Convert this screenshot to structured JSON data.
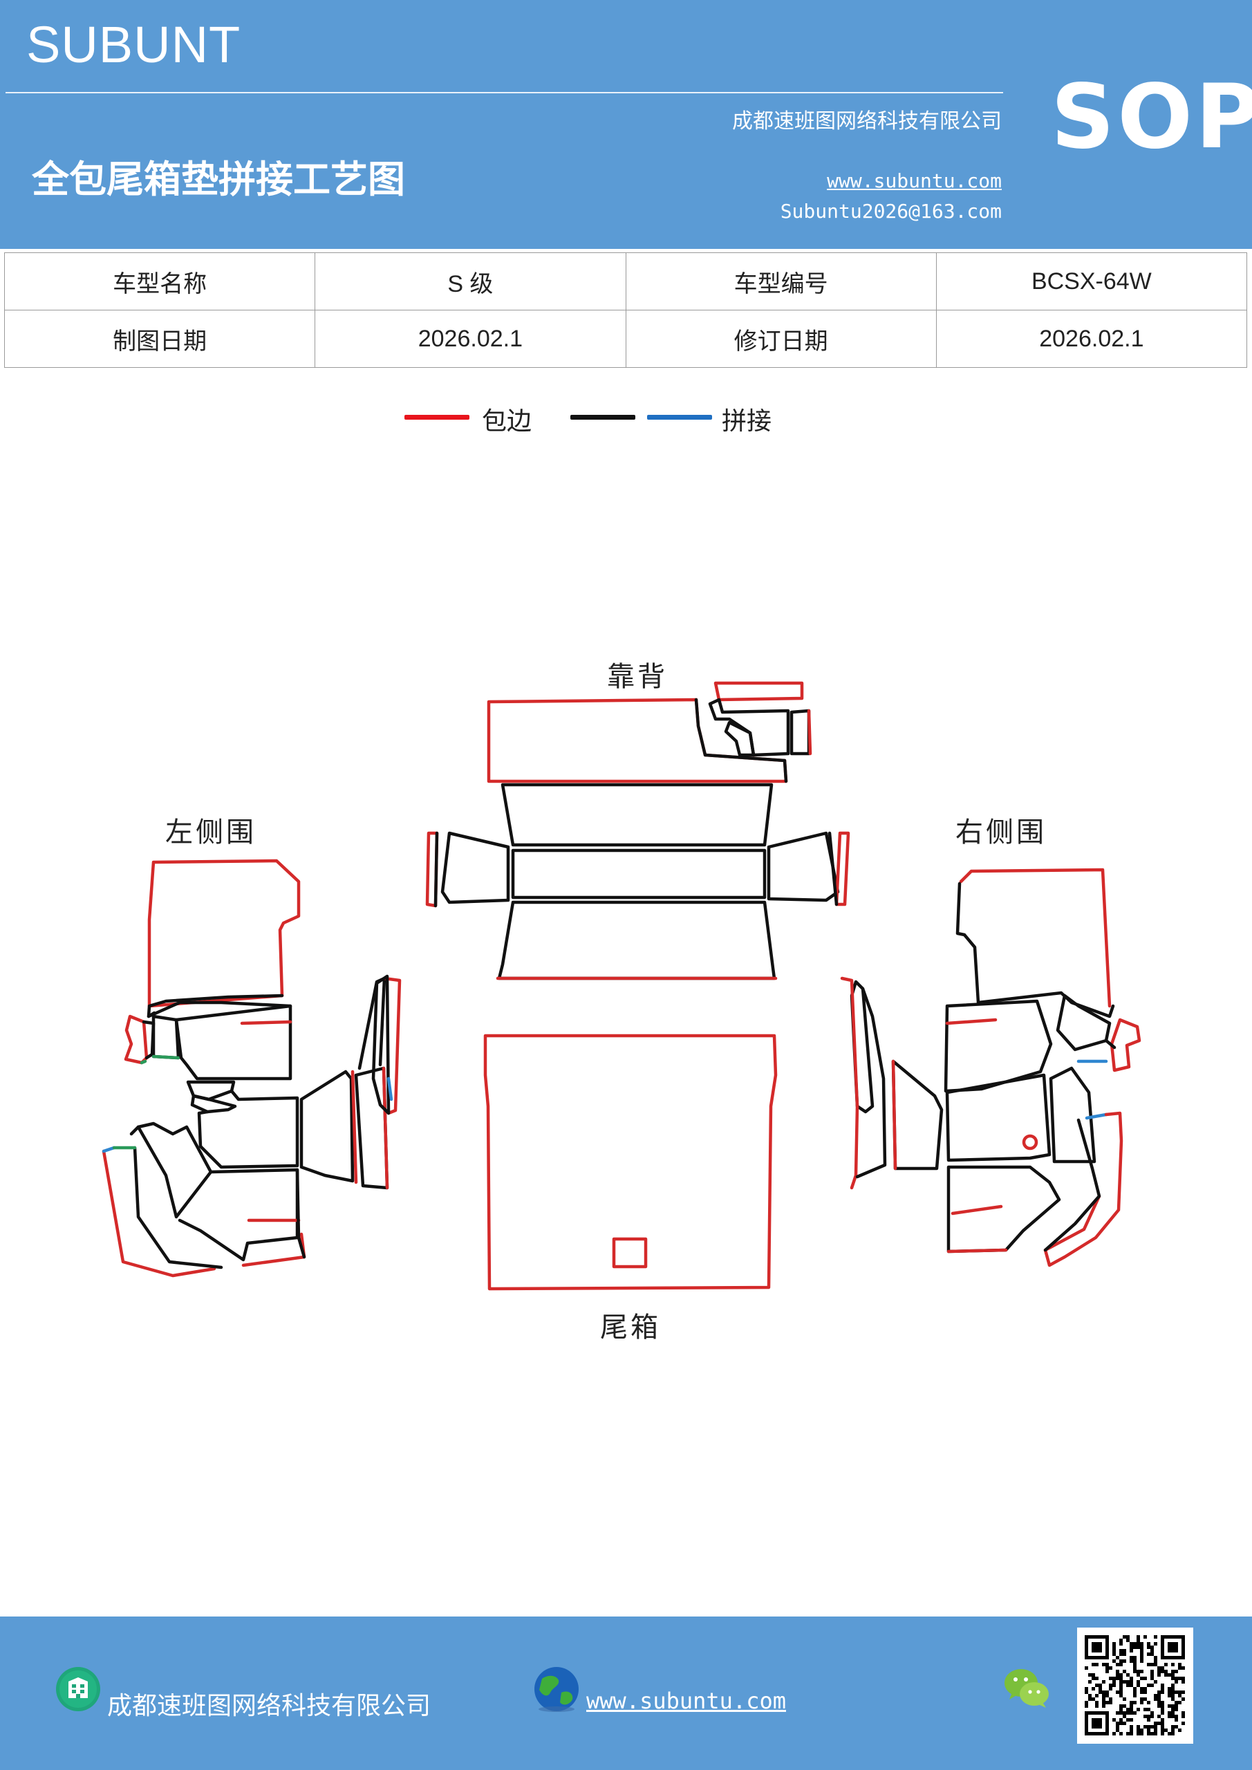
{
  "header": {
    "brand": "SUBUNT",
    "company": "成都速班图网络科技有限公司",
    "sop": "SOP",
    "title": "全包尾箱垫拼接工艺图",
    "website": "www.subuntu.com",
    "email": "Subuntu2026@163.com"
  },
  "info_table": [
    [
      "车型名称",
      "S 级",
      "车型编号",
      "BCSX-64W"
    ],
    [
      "制图日期",
      "2026.02.1",
      "修订日期",
      "2026.02.1"
    ]
  ],
  "legend": [
    {
      "label": "包边",
      "color": "#e8141c"
    },
    {
      "label": "",
      "color": "#111111"
    },
    {
      "label": "拼接",
      "color": "#1f6fc2"
    }
  ],
  "diagram": {
    "labels": {
      "back": "靠背",
      "left": "左侧围",
      "right": "右侧围",
      "trunk": "尾箱"
    },
    "colors": {
      "edge": "#d42a2a",
      "cut": "#111111",
      "seam": "#2f86d0",
      "green": "#2a9a5a"
    }
  },
  "footer": {
    "company": "成都速班图网络科技有限公司",
    "website": "www.subuntu.com",
    "building_icon": "building-icon",
    "globe_icon": "globe-icon",
    "wechat_icon": "wechat-icon",
    "qr": "qr-code"
  }
}
